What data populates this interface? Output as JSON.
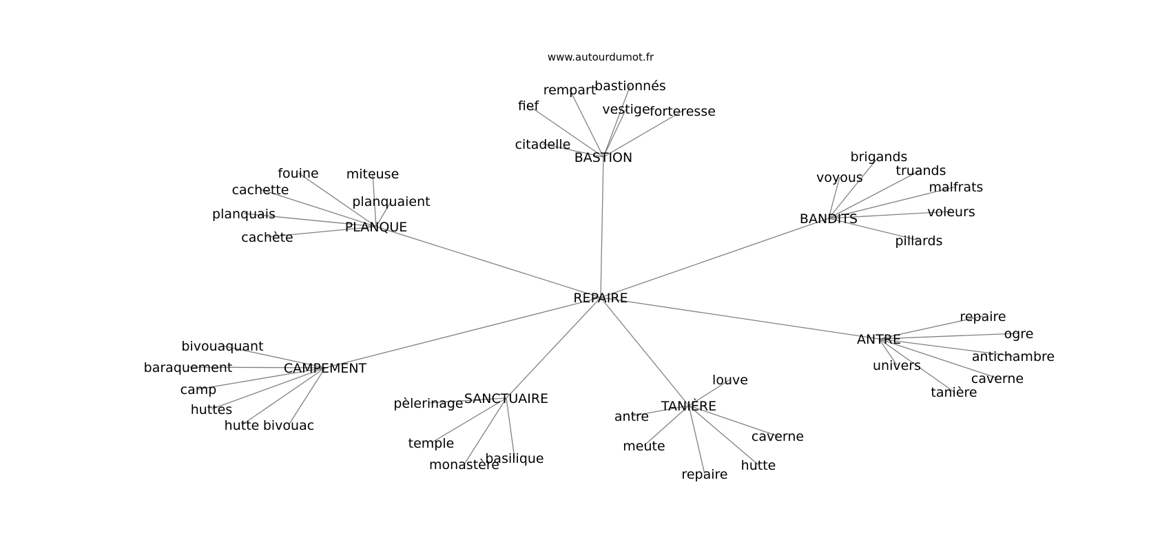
{
  "source": "www.autourdumot.fr",
  "colors": {
    "edge": "#808080",
    "text": "#000000",
    "background": "#ffffff"
  },
  "graph": {
    "center": "REPAIRE",
    "nodes": [
      {
        "id": "REPAIRE",
        "label": "REPAIRE"
      },
      {
        "id": "BASTION",
        "label": "BASTION"
      },
      {
        "id": "PLANQUE",
        "label": "PLANQUE"
      },
      {
        "id": "BANDITS",
        "label": "BANDITS"
      },
      {
        "id": "ANTRE",
        "label": "ANTRE"
      },
      {
        "id": "CAMPEMENT",
        "label": "CAMPEMENT"
      },
      {
        "id": "SANCTUAIRE",
        "label": "SANCTUAIRE"
      },
      {
        "id": "TANIERE",
        "label": "TANIÈRE"
      },
      {
        "id": "fief",
        "label": "fief"
      },
      {
        "id": "rempart",
        "label": "rempart"
      },
      {
        "id": "bastionnes",
        "label": "bastionnés"
      },
      {
        "id": "vestige",
        "label": "vestige"
      },
      {
        "id": "forteresse",
        "label": "forteresse"
      },
      {
        "id": "citadelle",
        "label": "citadelle"
      },
      {
        "id": "fouine",
        "label": "fouine"
      },
      {
        "id": "miteuse",
        "label": "miteuse"
      },
      {
        "id": "cachette",
        "label": "cachette"
      },
      {
        "id": "planquaient",
        "label": "planquaient"
      },
      {
        "id": "planquais",
        "label": "planquais"
      },
      {
        "id": "cachete",
        "label": "cachète"
      },
      {
        "id": "brigands",
        "label": "brigands"
      },
      {
        "id": "voyous",
        "label": "voyous"
      },
      {
        "id": "truands",
        "label": "truands"
      },
      {
        "id": "malfrats",
        "label": "malfrats"
      },
      {
        "id": "voleurs",
        "label": "voleurs"
      },
      {
        "id": "pillards",
        "label": "pillards"
      },
      {
        "id": "repaire_antre",
        "label": "repaire"
      },
      {
        "id": "ogre",
        "label": "ogre"
      },
      {
        "id": "antichambre",
        "label": "antichambre"
      },
      {
        "id": "univers",
        "label": "univers"
      },
      {
        "id": "caverne_antre",
        "label": "caverne"
      },
      {
        "id": "taniere_antre",
        "label": "tanière"
      },
      {
        "id": "bivouaquant",
        "label": "bivouaquant"
      },
      {
        "id": "baraquement",
        "label": "baraquement"
      },
      {
        "id": "camp",
        "label": "camp"
      },
      {
        "id": "huttes",
        "label": "huttes"
      },
      {
        "id": "hutte_camp",
        "label": "hutte"
      },
      {
        "id": "bivouac",
        "label": "bivouac"
      },
      {
        "id": "pelerinage",
        "label": "pèlerinage"
      },
      {
        "id": "temple",
        "label": "temple"
      },
      {
        "id": "monastere",
        "label": "monastère"
      },
      {
        "id": "basilique",
        "label": "basilique"
      },
      {
        "id": "louve",
        "label": "louve"
      },
      {
        "id": "antre_tan",
        "label": "antre"
      },
      {
        "id": "meute",
        "label": "meute"
      },
      {
        "id": "caverne_tan",
        "label": "caverne"
      },
      {
        "id": "hutte_tan",
        "label": "hutte"
      },
      {
        "id": "repaire_tan",
        "label": "repaire"
      }
    ],
    "edges": [
      [
        "REPAIRE",
        "BASTION"
      ],
      [
        "REPAIRE",
        "PLANQUE"
      ],
      [
        "REPAIRE",
        "BANDITS"
      ],
      [
        "REPAIRE",
        "ANTRE"
      ],
      [
        "REPAIRE",
        "CAMPEMENT"
      ],
      [
        "REPAIRE",
        "SANCTUAIRE"
      ],
      [
        "REPAIRE",
        "TANIERE"
      ],
      [
        "BASTION",
        "fief"
      ],
      [
        "BASTION",
        "rempart"
      ],
      [
        "BASTION",
        "bastionnes"
      ],
      [
        "BASTION",
        "vestige"
      ],
      [
        "BASTION",
        "forteresse"
      ],
      [
        "BASTION",
        "citadelle"
      ],
      [
        "PLANQUE",
        "fouine"
      ],
      [
        "PLANQUE",
        "miteuse"
      ],
      [
        "PLANQUE",
        "cachette"
      ],
      [
        "PLANQUE",
        "planquaient"
      ],
      [
        "PLANQUE",
        "planquais"
      ],
      [
        "PLANQUE",
        "cachete"
      ],
      [
        "BANDITS",
        "brigands"
      ],
      [
        "BANDITS",
        "voyous"
      ],
      [
        "BANDITS",
        "truands"
      ],
      [
        "BANDITS",
        "malfrats"
      ],
      [
        "BANDITS",
        "voleurs"
      ],
      [
        "BANDITS",
        "pillards"
      ],
      [
        "ANTRE",
        "repaire_antre"
      ],
      [
        "ANTRE",
        "ogre"
      ],
      [
        "ANTRE",
        "antichambre"
      ],
      [
        "ANTRE",
        "univers"
      ],
      [
        "ANTRE",
        "caverne_antre"
      ],
      [
        "ANTRE",
        "taniere_antre"
      ],
      [
        "CAMPEMENT",
        "bivouaquant"
      ],
      [
        "CAMPEMENT",
        "baraquement"
      ],
      [
        "CAMPEMENT",
        "camp"
      ],
      [
        "CAMPEMENT",
        "huttes"
      ],
      [
        "CAMPEMENT",
        "hutte_camp"
      ],
      [
        "CAMPEMENT",
        "bivouac"
      ],
      [
        "SANCTUAIRE",
        "pelerinage"
      ],
      [
        "SANCTUAIRE",
        "temple"
      ],
      [
        "SANCTUAIRE",
        "monastere"
      ],
      [
        "SANCTUAIRE",
        "basilique"
      ],
      [
        "TANIERE",
        "louve"
      ],
      [
        "TANIERE",
        "antre_tan"
      ],
      [
        "TANIERE",
        "meute"
      ],
      [
        "TANIERE",
        "caverne_tan"
      ],
      [
        "TANIERE",
        "hutte_tan"
      ],
      [
        "TANIERE",
        "repaire_tan"
      ]
    ]
  }
}
